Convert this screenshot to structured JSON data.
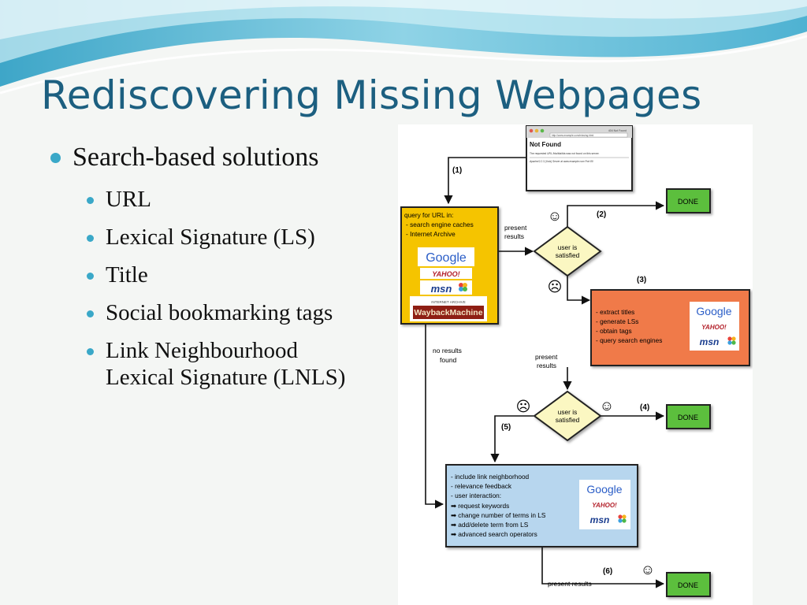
{
  "slide": {
    "title": "Rediscovering Missing Webpages",
    "bullets": {
      "main": "Search-based solutions",
      "items": [
        {
          "lines": [
            "URL"
          ]
        },
        {
          "lines": [
            "Lexical Signature (LS)"
          ]
        },
        {
          "lines": [
            "Title"
          ]
        },
        {
          "lines": [
            "Social bookmarking tags"
          ]
        },
        {
          "lines": [
            "Link Neighbourhood",
            "Lexical Signature (LNLS)"
          ]
        }
      ]
    }
  },
  "diagram": {
    "browser": {
      "tab_text": "404 Not Found",
      "address_text": "http://www.example.com/missing.html",
      "heading": "Not Found",
      "body_line": "The requested URL /bla/bla/bla was not found on this server.",
      "footer_line": "Apache/2.2.3 (Unix) Server at www.example.com Port 80"
    },
    "steps": {
      "s1": "(1)",
      "s2": "(2)",
      "s3": "(3)",
      "s4": "(4)",
      "s5": "(5)",
      "s6": "(6)"
    },
    "box1": {
      "lines": [
        "query for URL in:",
        "- search engine caches",
        "- Internet Archive"
      ],
      "logos": {
        "google": "Google",
        "yahoo": "YAHOO!",
        "msn": "msn",
        "wayback_small": "INTERNET ARCHIVE",
        "wayback": "WaybackMachine"
      }
    },
    "box2": {
      "lines": [
        "- extract titles",
        "- generate LSs",
        "- obtain tags",
        "- query search engines"
      ]
    },
    "box3": {
      "lines": [
        "- include link neighborhood",
        "- relevance feedback",
        "- user interaction:",
        "➡ request keywords",
        "➡ change number of terms in LS",
        "➡ add/delete term from LS",
        "➡ advanced search operators"
      ]
    },
    "logos": {
      "google": "Google",
      "yahoo": "YAHOO!",
      "msn": "msn"
    },
    "diamonds": {
      "d1": [
        "user is",
        "satisfied"
      ],
      "d2": [
        "user is",
        "satisfied"
      ]
    },
    "done": {
      "d1": "DONE",
      "d2": "DONE",
      "d3": "DONE"
    },
    "labels": {
      "present_results_1": [
        "present",
        "results"
      ],
      "present_results_2": [
        "present",
        "results"
      ],
      "no_results_found": [
        "no results",
        "found"
      ],
      "present_results_final": "present results"
    },
    "faces": {
      "happy": "☺",
      "sad": "☹"
    },
    "colors": {
      "box1": "#f5c400",
      "box2": "#f07a4a",
      "box3": "#b7d6ee",
      "done": "#5cbf3c",
      "diamond": "#fbf7c2",
      "title": "#1c5f80",
      "bullet": "#3aa8c8"
    }
  }
}
